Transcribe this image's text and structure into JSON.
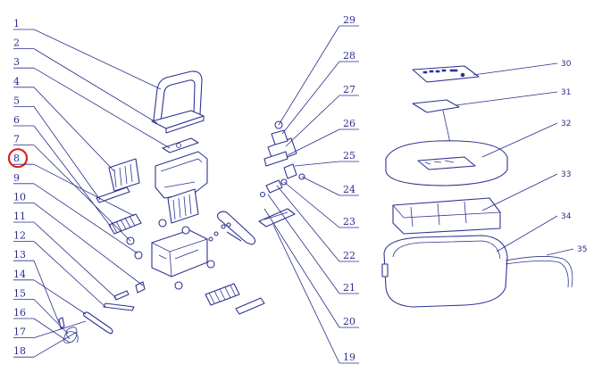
{
  "diagram": {
    "left_labels": [
      "1",
      "2",
      "3",
      "4",
      "5",
      "6",
      "7",
      "8",
      "9",
      "10",
      "11",
      "12",
      "13",
      "14",
      "15",
      "16",
      "17",
      "18"
    ],
    "mid_labels": [
      "29",
      "28",
      "27",
      "26",
      "25",
      "24",
      "23",
      "22",
      "21",
      "20",
      "19"
    ],
    "right_labels": [
      "30",
      "31",
      "32",
      "33",
      "34",
      "35"
    ],
    "highlighted_label": "8",
    "colors": {
      "line": "#2a2e8a",
      "highlight": "#e0201a"
    }
  }
}
